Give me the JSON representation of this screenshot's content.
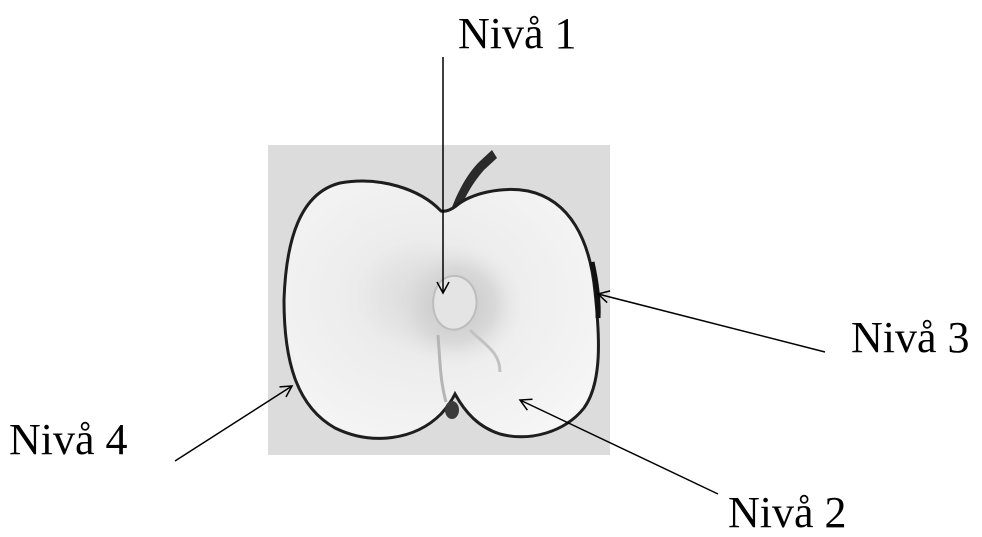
{
  "labels": {
    "level1": "Nivå 1",
    "level2": "Nivå 2",
    "level3": "Nivå 3",
    "level4": "Nivå 4"
  },
  "colors": {
    "background": "#ffffff",
    "photo_background": "#dcdcdc",
    "apple_flesh": "#f2f2f2",
    "apple_skin": "#1e1e1e",
    "arrow": "#000000",
    "text": "#000000"
  },
  "icons": {
    "apple": "apple-half-cross-section-icon",
    "arrow": "arrow-icon"
  }
}
